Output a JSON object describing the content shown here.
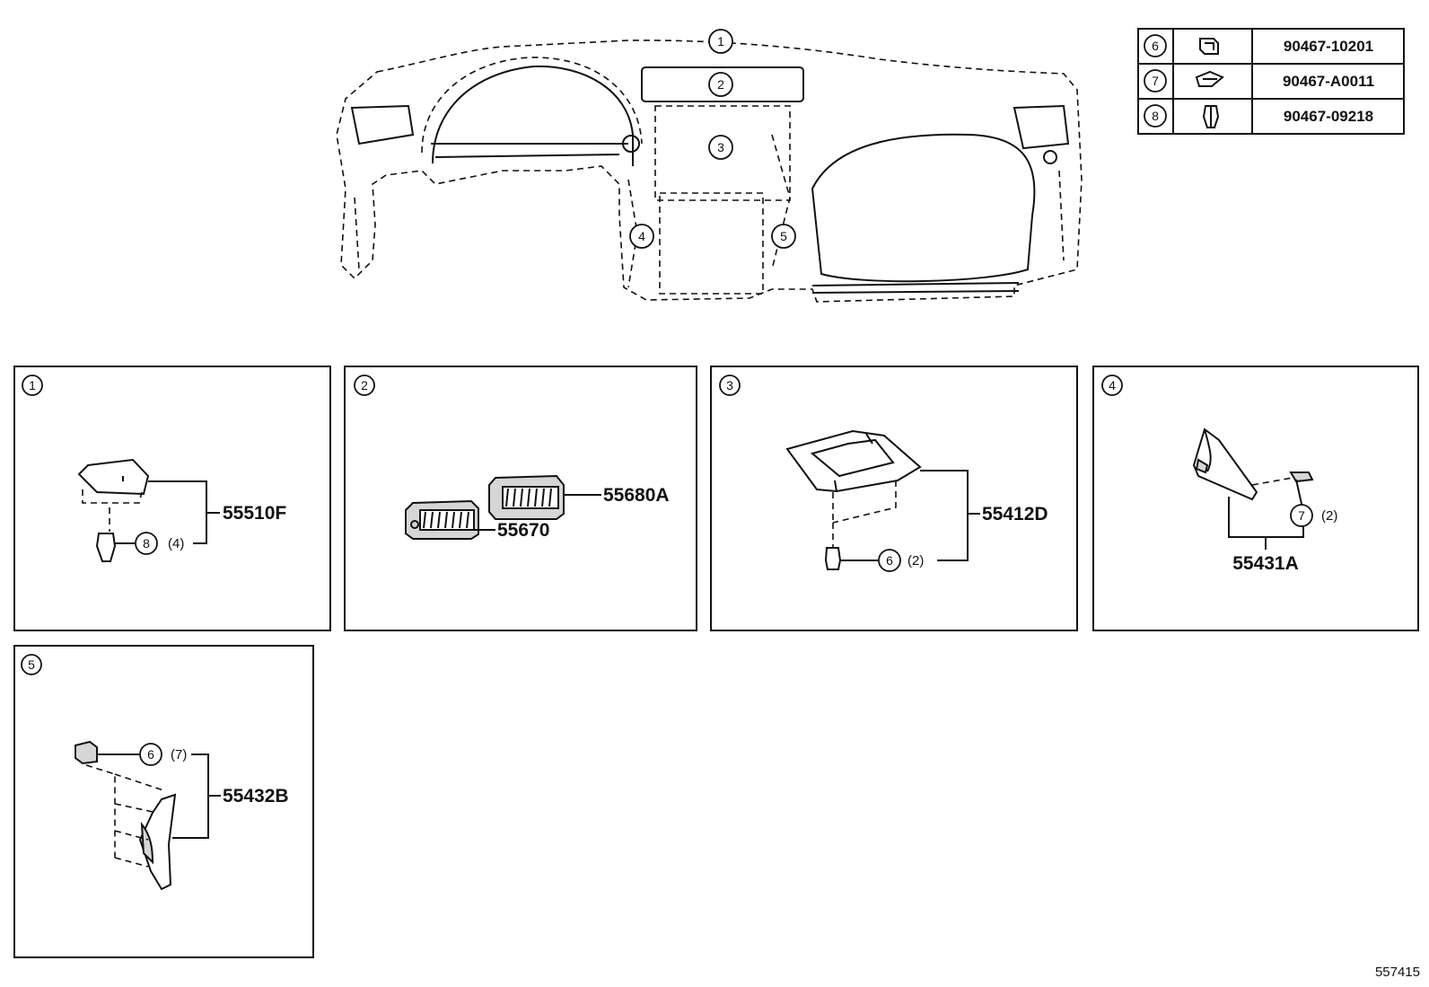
{
  "legend": [
    {
      "key": "6",
      "part_no": "90467-10201",
      "icon": "clip-icon"
    },
    {
      "key": "7",
      "part_no": "90467-A0011",
      "icon": "clip-icon"
    },
    {
      "key": "8",
      "part_no": "90467-09218",
      "icon": "clip-icon"
    }
  ],
  "overview": {
    "callouts": [
      "1",
      "2",
      "3",
      "4",
      "5"
    ]
  },
  "panels": [
    {
      "id": "1",
      "parts": [
        "55510F"
      ],
      "fastener": {
        "key": "8",
        "qty": "(4)"
      }
    },
    {
      "id": "2",
      "parts": [
        "55680A",
        "55670"
      ]
    },
    {
      "id": "3",
      "parts": [
        "55412D"
      ],
      "fastener": {
        "key": "6",
        "qty": "(2)"
      }
    },
    {
      "id": "4",
      "parts": [
        "55431A"
      ],
      "fastener": {
        "key": "7",
        "qty": "(2)"
      }
    },
    {
      "id": "5",
      "parts": [
        "55432B"
      ],
      "fastener": {
        "key": "6",
        "qty": "(7)"
      }
    }
  ],
  "diagram_id": "557415"
}
